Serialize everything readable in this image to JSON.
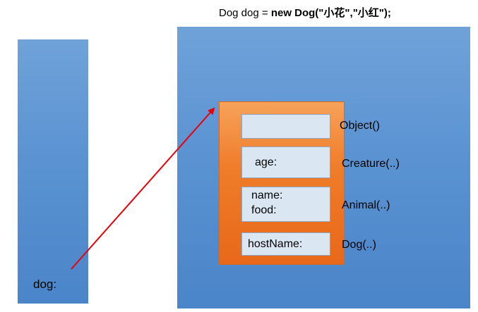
{
  "title": {
    "prefix": "Dog dog = ",
    "bold": "new Dog(\"小花\",\"小红\");"
  },
  "stack": {
    "variable_label": "dog:"
  },
  "object": {
    "fields": {
      "object_field": "",
      "creature_field": "age:",
      "animal_field_1": "name:",
      "animal_field_2": "food:",
      "dog_field": "hostName:"
    },
    "constructors": {
      "object": "Object()",
      "creature": "Creature(..)",
      "animal": "Animal(..)",
      "dog": "Dog(..)"
    }
  },
  "colors": {
    "memory_blue": "#5b93d2",
    "object_orange": "#ef7d2a",
    "field_fill": "#dbe6f3",
    "reference_arrow": "#e8000b"
  }
}
